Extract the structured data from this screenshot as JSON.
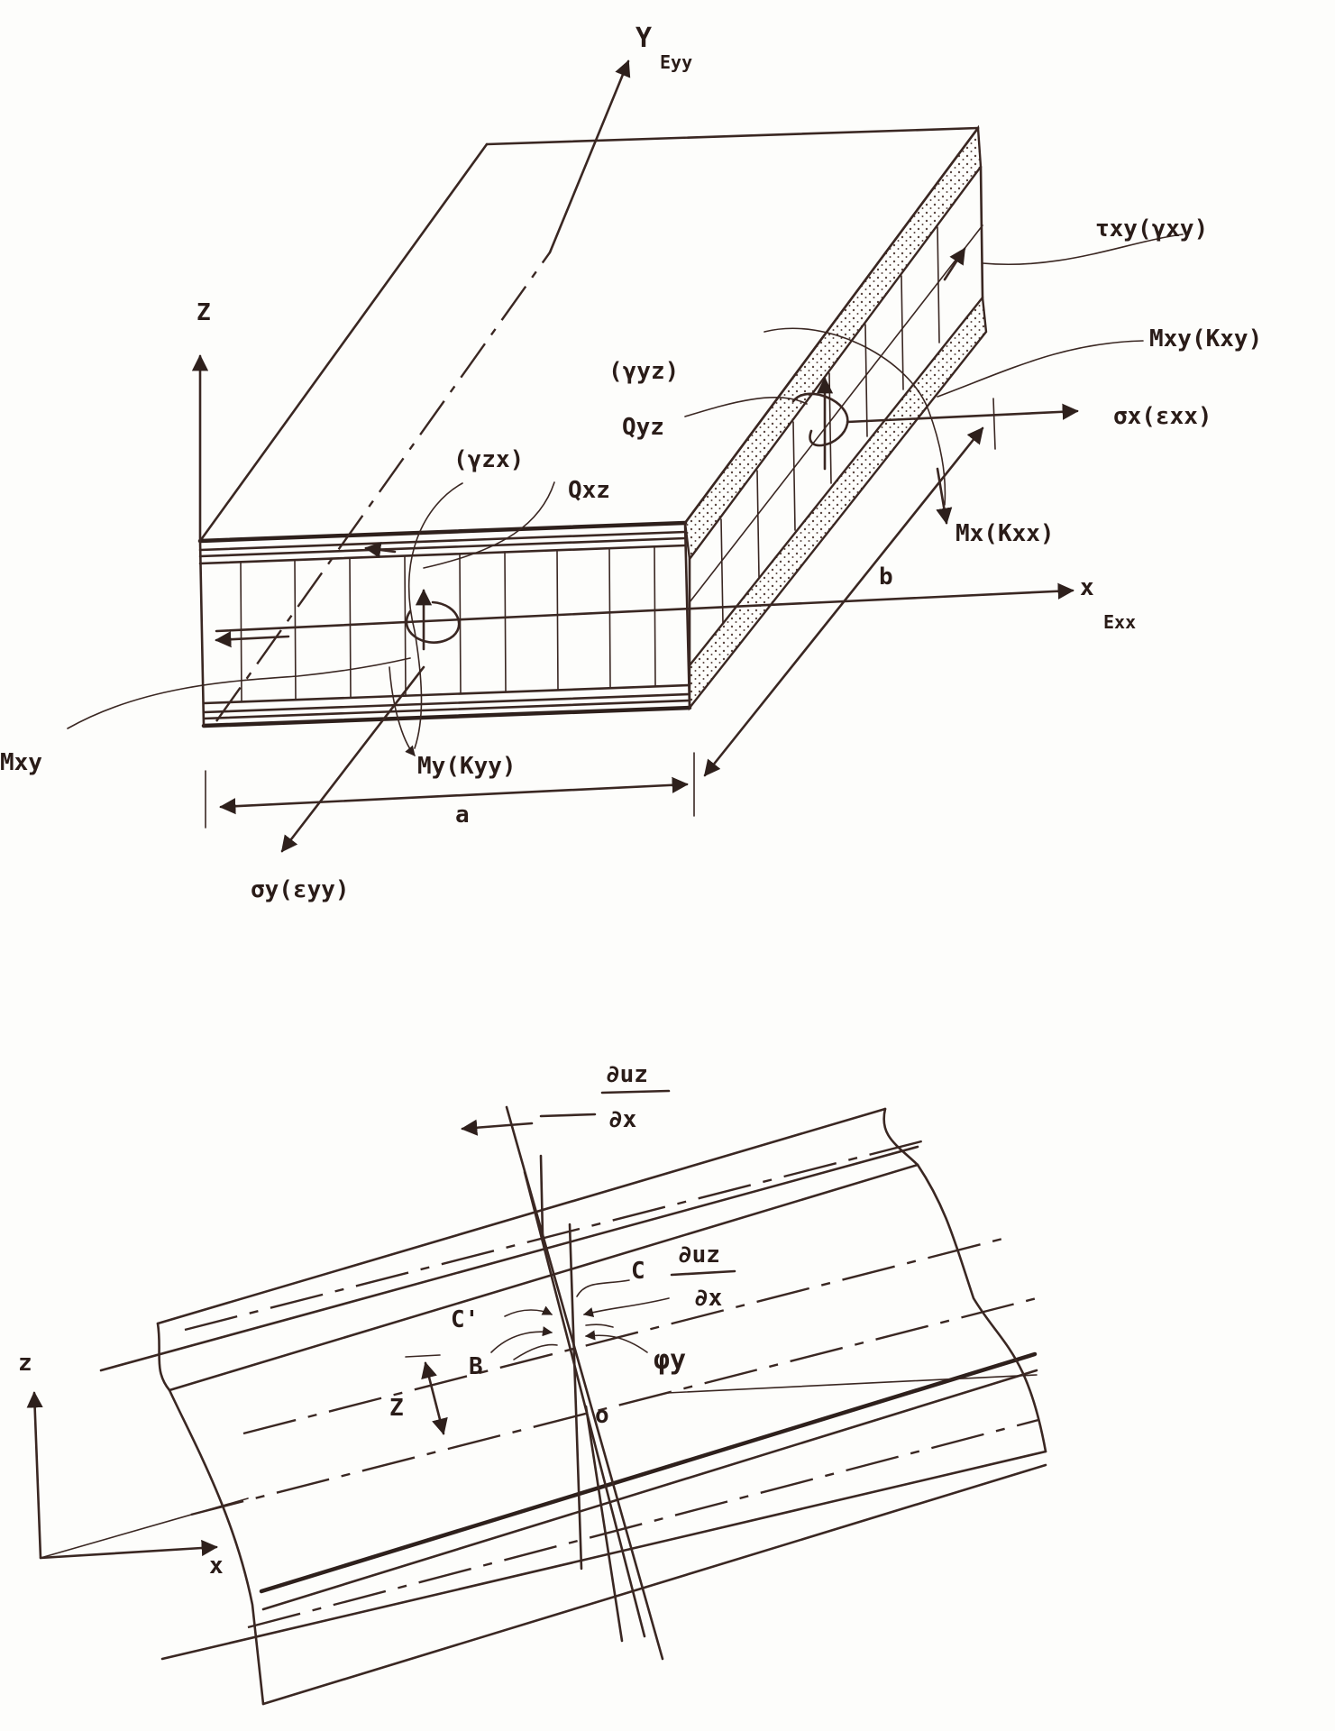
{
  "top": {
    "axis_y": "Y",
    "axis_y_sub": "Eyy",
    "axis_z": "Z",
    "axis_x": "x",
    "axis_x_sub": "Exx",
    "tau_xy": "τxy(γxy)",
    "gamma_yz": "(γyz)",
    "q_yz": "Qyz",
    "m_xy_k": "Mxy(Kxy)",
    "sigma_x": "σx(εxx)",
    "gamma_zx": "(γzx)",
    "q_xz": "Qxz",
    "m_x": "Mx(Kxx)",
    "b": "b",
    "m_xy": "Mxy",
    "m_y": "My(Kyy)",
    "a": "a",
    "sigma_y": "σy(εyy)"
  },
  "bottom": {
    "dudx_top_num": "∂uz",
    "dudx_top_den": "∂x",
    "c": "C",
    "dudx_side_num": "∂uz",
    "dudx_side_den": "∂x",
    "c_prime": "C'",
    "b": "B",
    "phi_y": "φy",
    "z_axis": "z",
    "z_dist": "Z",
    "o": "o",
    "x_axis": "x"
  }
}
